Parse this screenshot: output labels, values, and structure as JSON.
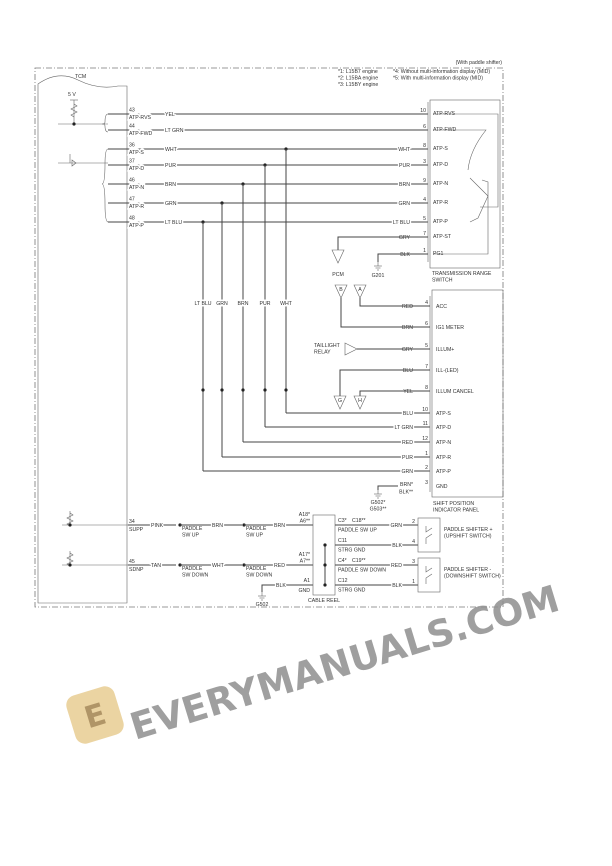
{
  "header": {
    "variant": "(With paddle shifter)",
    "notes": [
      "*1: L15B7 engine",
      "*2: L15BA engine",
      "*3: L15BY engine",
      "*4: Without multi-information display (MID)",
      "*5: With multi-information display (MID)"
    ]
  },
  "tcm": {
    "title": "TCM",
    "supply": "5 V",
    "pins": [
      {
        "num": "43",
        "name": "ATP-RVS",
        "wire": "YEL"
      },
      {
        "num": "44",
        "name": "ATP-FWD",
        "wire": "LT GRN"
      },
      {
        "num": "36",
        "name": "ATP-S",
        "wire": "WHT"
      },
      {
        "num": "37",
        "name": "ATP-D",
        "wire": "PUR"
      },
      {
        "num": "46",
        "name": "ATP-N",
        "wire": "BRN"
      },
      {
        "num": "47",
        "name": "ATP-R",
        "wire": "GRN"
      },
      {
        "num": "48",
        "name": "ATP-P",
        "wire": "LT BLU"
      }
    ],
    "paddle_pins": [
      {
        "num": "34",
        "name": "SUPP",
        "wire": "PINK"
      },
      {
        "num": "45",
        "name": "SDNP",
        "wire": "TAN"
      }
    ]
  },
  "drop_labels": [
    "LT BLU",
    "GRN",
    "BRN",
    "PUR",
    "WHT"
  ],
  "range_switch": {
    "title": [
      "TRANSMISSION RANGE",
      "SWITCH"
    ],
    "pins": [
      {
        "num": "10",
        "name": "ATP-RVS",
        "wire": ""
      },
      {
        "num": "6",
        "name": "ATP-FWD",
        "wire": ""
      },
      {
        "num": "8",
        "name": "ATP-S",
        "wire": "WHT"
      },
      {
        "num": "3",
        "name": "ATP-D",
        "wire": "PUR"
      },
      {
        "num": "9",
        "name": "ATP-N",
        "wire": "BRN"
      },
      {
        "num": "4",
        "name": "ATP-R",
        "wire": "GRN"
      },
      {
        "num": "5",
        "name": "ATP-P",
        "wire": "LT BLU"
      },
      {
        "num": "7",
        "name": "ATP-ST",
        "wire": "GRY"
      },
      {
        "num": "1",
        "name": "PG1",
        "wire": "BLK"
      }
    ],
    "pcm": "PCM",
    "ground": "G201"
  },
  "indicator_panel": {
    "title": [
      "SHIFT POSITION",
      "INDICATOR PANEL"
    ],
    "pins": [
      {
        "num": "4",
        "name": "ACC",
        "wire": "RED"
      },
      {
        "num": "6",
        "name": "IG1 METER",
        "wire": "BRN"
      },
      {
        "num": "5",
        "name": "ILLUM+",
        "wire": "GRY"
      },
      {
        "num": "7",
        "name": "ILL-(LED)",
        "wire": "BLU"
      },
      {
        "num": "8",
        "name": "ILLUM CANCEL",
        "wire": "YEL"
      },
      {
        "num": "10",
        "name": "ATP-S",
        "wire": "BLU"
      },
      {
        "num": "11",
        "name": "ATP-D",
        "wire": "LT GRN"
      },
      {
        "num": "12",
        "name": "ATP-N",
        "wire": "RED"
      },
      {
        "num": "1",
        "name": "ATP-R",
        "wire": "PUR"
      },
      {
        "num": "2",
        "name": "ATP-P",
        "wire": "GRN"
      },
      {
        "num": "3",
        "name": "GND",
        "wire": "BRN*"
      }
    ],
    "gnd_wire_alt": "BLK**",
    "connectors": {
      "b": "B",
      "a": "A",
      "taillight": [
        "TAILLIGHT",
        "RELAY"
      ],
      "g": "G",
      "h": "H"
    },
    "grounds": [
      "G502*",
      "G503**"
    ]
  },
  "paddle": {
    "up_inline": [
      "PADDLE",
      "SW UP"
    ],
    "down_inline": [
      "PADDLE",
      "SW DOWN"
    ],
    "up_wires": [
      "BRN",
      "BRN"
    ],
    "down_wires": [
      "WHT",
      "RED"
    ],
    "gnd_wire": "BLK",
    "ground": "G502",
    "cable_reel": {
      "title": "CABLE REEL",
      "left": [
        "A18*",
        "A6**",
        "A17*",
        "A7**",
        "A1",
        "GND"
      ],
      "right": [
        {
          "code": [
            "C3*",
            "C18**"
          ],
          "name": "PADDLE SW UP"
        },
        {
          "code": [
            "C11"
          ],
          "name": "STRG GND"
        },
        {
          "code": [
            "C4*",
            "C19**"
          ],
          "name": "PADDLE SW DOWN"
        },
        {
          "code": [
            "C12"
          ],
          "name": "STRG GND"
        }
      ]
    },
    "shifter_up": {
      "title": [
        "PADDLE SHIFTER +",
        "(UPSHIFT SWITCH)"
      ],
      "pins": [
        {
          "num": "2",
          "wire": "GRN"
        },
        {
          "num": "4",
          "wire": "BLK"
        }
      ]
    },
    "shifter_down": {
      "title": [
        "PADDLE SHIFTER -",
        "(DOWNSHIFT SWITCH)"
      ],
      "pins": [
        {
          "num": "3",
          "wire": "RED"
        },
        {
          "num": "1",
          "wire": "BLK"
        }
      ]
    }
  },
  "watermark": {
    "text": "EVERYMANUALS.COM",
    "logo_letter": "E",
    "logo_color": "#e9cf98"
  }
}
